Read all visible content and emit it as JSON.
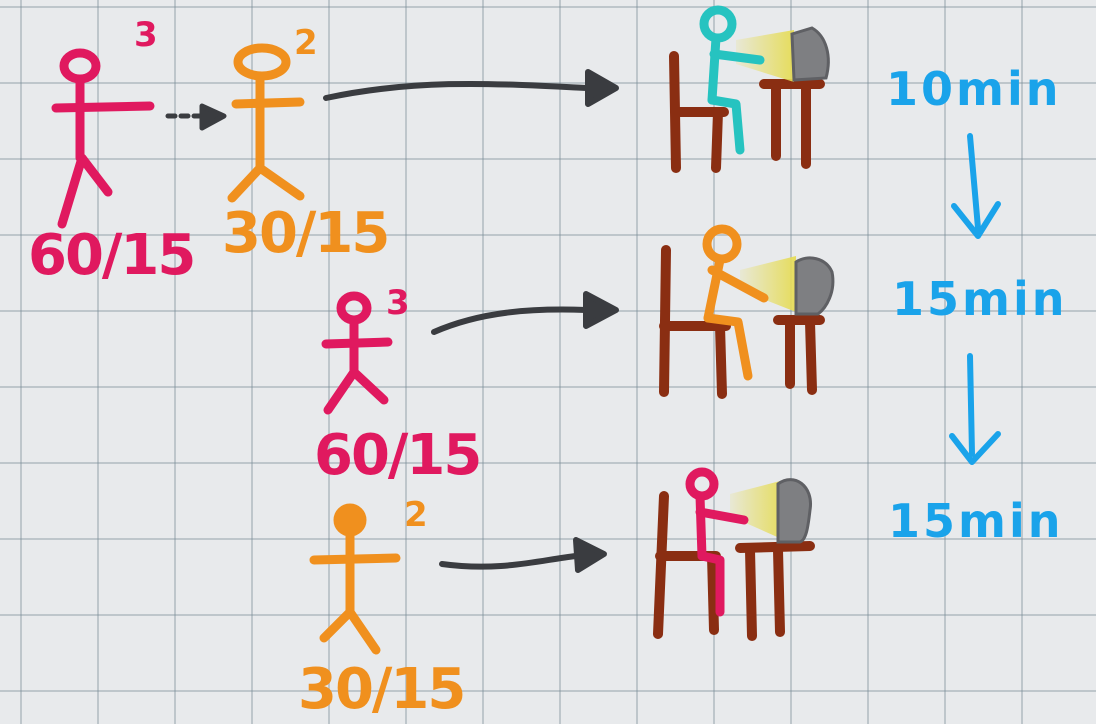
{
  "colors": {
    "pink": "#e0195f",
    "orange": "#f0901e",
    "cyan": "#26c3c0",
    "blue": "#1aa3ea",
    "dark": "#3a3c40",
    "brown": "#8a2e12",
    "yellow": "#e6dc55",
    "gray": "#7e7f82"
  },
  "people": [
    {
      "fraction": "60/15",
      "exponent": "3",
      "color": "pink"
    },
    {
      "fraction": "30/15",
      "exponent": "2",
      "color": "orange"
    },
    {
      "fraction": "60/15",
      "exponent": "3",
      "color": "pink"
    },
    {
      "fraction": "30/15",
      "exponent": "2",
      "color": "orange"
    }
  ],
  "workstations": [
    {
      "worker_color": "cyan",
      "time": "10min"
    },
    {
      "worker_color": "orange",
      "time": "15min"
    },
    {
      "worker_color": "pink",
      "time": "15min"
    }
  ]
}
